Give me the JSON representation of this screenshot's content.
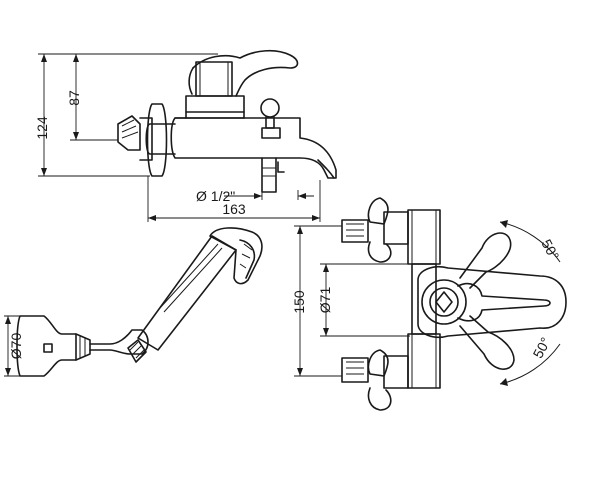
{
  "dimensions": {
    "height_total": "124",
    "height_spout": "87",
    "inlet_thread": "Ø 1/2\"",
    "width_overall": "163",
    "hand_shower_dia": "Ø70",
    "inlet_centers": "150",
    "body_dia": "Ø71",
    "lever_swing_top": "50°",
    "lever_swing_bottom": "50°"
  }
}
